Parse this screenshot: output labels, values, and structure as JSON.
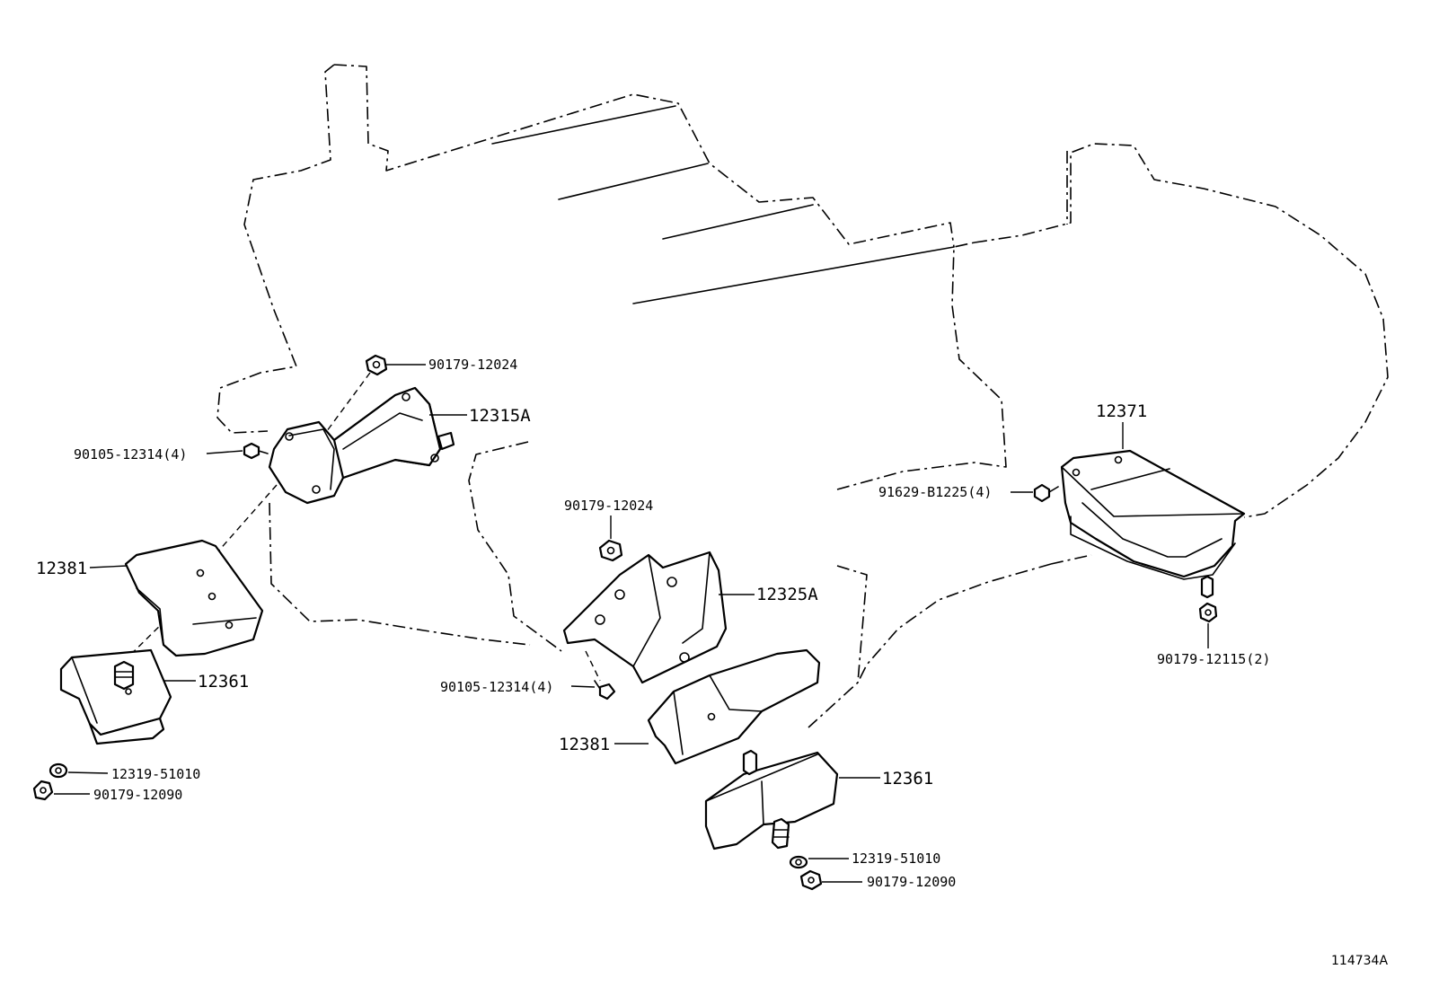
{
  "callouts": {
    "nut_top_left": "90179-12024",
    "bracket_left": "12315A",
    "bolt_left": "90105-12314(4)",
    "stopper_left": "12381",
    "insulator_left": "12361",
    "washer_left": "12319-51010",
    "nut_bottom_left": "90179-12090",
    "nut_center": "90179-12024",
    "bracket_center": "12325A",
    "bolt_center": "90105-12314(4)",
    "stopper_center": "12381",
    "insulator_center": "12361",
    "washer_center": "12319-51010",
    "nut_bottom_center": "90179-12090",
    "rear_mount": "12371",
    "rear_bolt": "91629-B1225(4)",
    "rear_nut": "90179-12115(2)"
  },
  "figure_code": "114734A"
}
